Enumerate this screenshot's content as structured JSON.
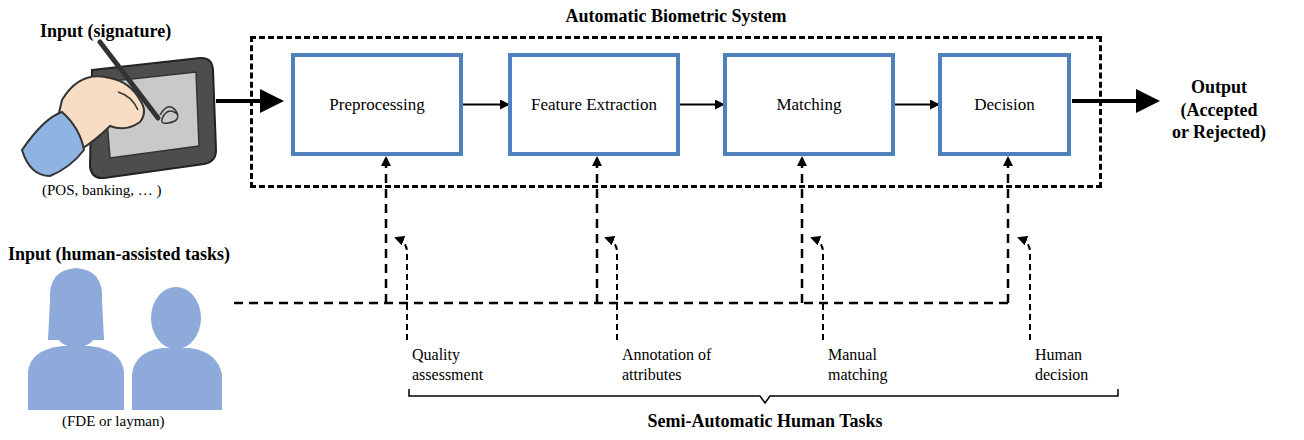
{
  "diagram": {
    "nodes": [
      {
        "text": [
          "Automatic Biometric System"
        ]
      },
      {
        "text": [
          "Preprocessing"
        ],
        "in": 0
      },
      {
        "text": [
          "Feature Extraction"
        ],
        "in": 0
      },
      {
        "text": [
          "Matching"
        ],
        "in": 0
      },
      {
        "text": [
          "Decision"
        ],
        "in": 0
      }
    ],
    "edges": [
      {
        "from": 1,
        "to": 2,
        "arrow": "to"
      },
      {
        "from": 2,
        "to": 3,
        "arrow": "to"
      },
      {
        "from": 3,
        "to": 4,
        "arrow": "to"
      }
    ],
    "labels": [
      "Input (signature)",
      "(POS, banking, … )",
      "Output (Accepted or Rejected)",
      "Input (human-assisted tasks)",
      "(FDE or layman)",
      "Quality assessment",
      "Annotation of attributes",
      "Manual matching",
      "Human decision",
      "Semi-Automatic Human Tasks"
    ]
  }
}
